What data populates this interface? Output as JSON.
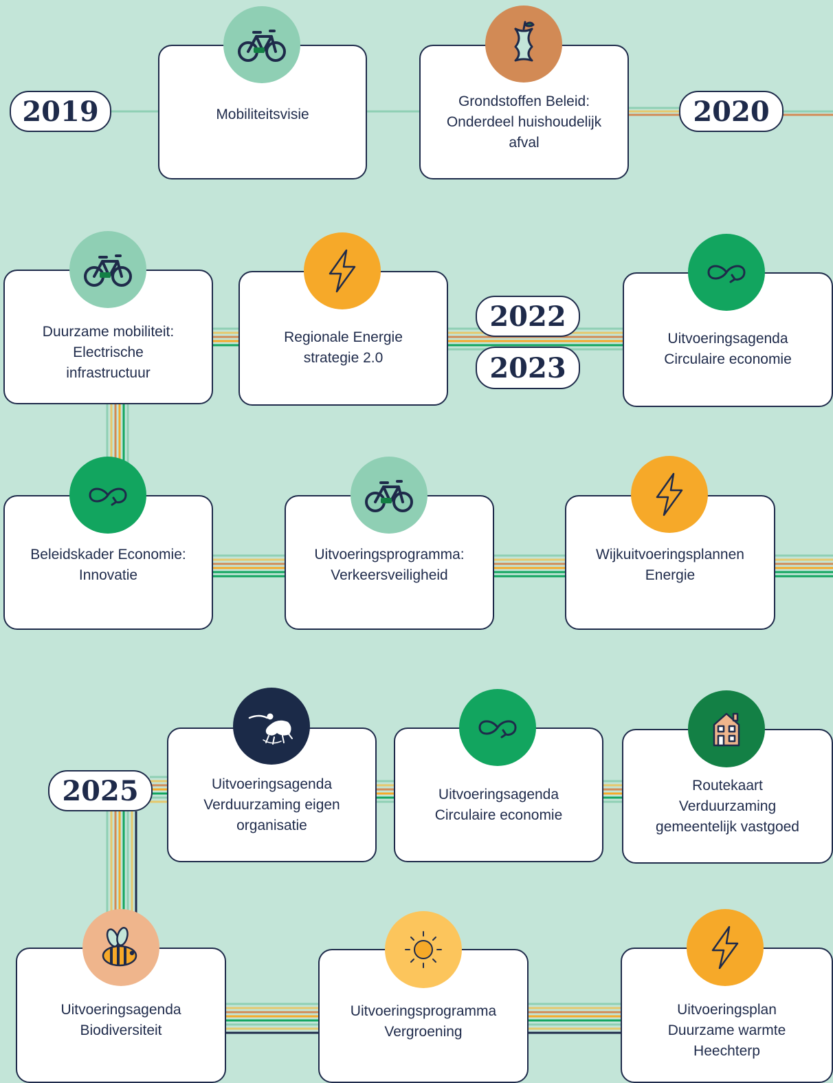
{
  "colors": {
    "background": "#c3e5d8",
    "navy": "#1e2a4a",
    "mint": "#8fcfb4",
    "green": "#12a55f",
    "dark_green": "#138045",
    "orange": "#f6a929",
    "terracotta": "#d28a55",
    "peach": "#efb58c",
    "sun": "#fcc55c",
    "navy_badge": "#1b2a48"
  },
  "years": {
    "y2019": "2019",
    "y2020": "2020",
    "y2022": "2022",
    "y2023": "2023",
    "y2025": "2025"
  },
  "cards": {
    "mobiliteitsvisie": {
      "lines": [
        "Mobiliteitsvisie"
      ],
      "icon": "bicycle-icon"
    },
    "grondstoffen": {
      "lines": [
        "Grondstoffen Beleid:",
        "Onderdeel huishoudelijk",
        "afval"
      ],
      "icon": "apple-core-icon"
    },
    "duurzame_mobiliteit": {
      "lines": [
        "Duurzame mobiliteit:",
        "Electrische",
        "infrastructuur"
      ],
      "icon": "bicycle-icon"
    },
    "regionale_energie": {
      "lines": [
        "Regionale Energie",
        "strategie 2.0"
      ],
      "icon": "lightning-icon"
    },
    "circulaire_2022": {
      "lines": [
        "Uitvoeringsagenda",
        "Circulaire economie"
      ],
      "icon": "circular-economy-icon"
    },
    "beleidskader": {
      "lines": [
        "Beleidskader Economie:",
        "Innovatie"
      ],
      "icon": "circular-economy-icon"
    },
    "verkeersveiligheid": {
      "lines": [
        "Uitvoeringsprogramma:",
        "Verkeersveiligheid"
      ],
      "icon": "bicycle-icon"
    },
    "wijkuitvoering": {
      "lines": [
        "Wijkuitvoeringsplannen",
        "Energie"
      ],
      "icon": "lightning-icon"
    },
    "eigen_organisatie": {
      "lines": [
        "Uitvoeringsagenda",
        "Verduurzaming eigen",
        "organisatie"
      ],
      "icon": "municipal-lion-emblem-icon"
    },
    "circulaire_2025": {
      "lines": [
        "Uitvoeringsagenda",
        "Circulaire economie"
      ],
      "icon": "circular-economy-icon"
    },
    "routekaart": {
      "lines": [
        "Routekaart",
        "Verduurzaming",
        "gemeentelijk vastgoed"
      ],
      "icon": "house-icon"
    },
    "biodiversiteit": {
      "lines": [
        "Uitvoeringsagenda",
        "Biodiversiteit"
      ],
      "icon": "bee-icon"
    },
    "vergroening": {
      "lines": [
        "Uitvoeringsprogramma",
        "Vergroening"
      ],
      "icon": "sun-icon"
    },
    "duurzame_warmte": {
      "lines": [
        "Uitvoeringsplan",
        "Duurzame warmte",
        "Heechterp"
      ],
      "icon": "lightning-icon"
    }
  }
}
